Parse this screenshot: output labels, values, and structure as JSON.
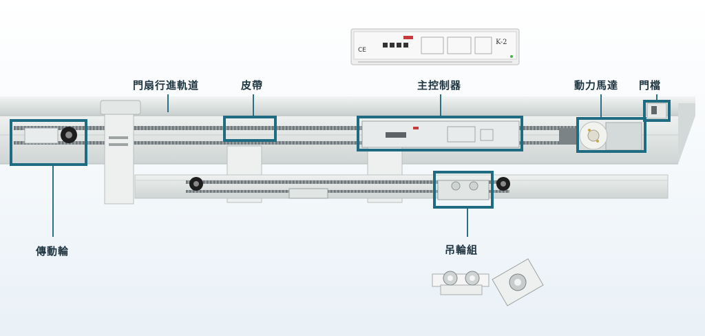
{
  "labels": {
    "track": "門扇行進軌道",
    "belt": "皮帶",
    "controller": "主控制器",
    "motor": "動力馬達",
    "stopper": "門檔",
    "pulley": "傳動輪",
    "hanger": "吊輪組"
  },
  "controller_module": {
    "model": "K-2",
    "ce_mark": "CE"
  },
  "colors": {
    "highlight": "#1f6b82",
    "label_text": "#1d3440",
    "rail": "#dfe4e3",
    "belt": "#8e9598"
  }
}
